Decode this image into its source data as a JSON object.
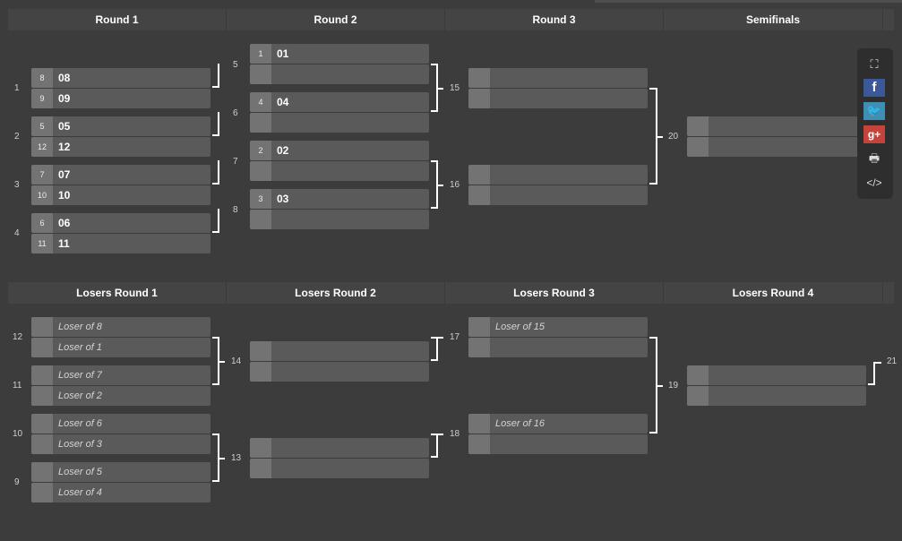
{
  "winners_headers": [
    "Round 1",
    "Round 2",
    "Round 3",
    "Semifinals"
  ],
  "losers_headers": [
    "Losers Round 1",
    "Losers Round 2",
    "Losers Round 3",
    "Losers Round 4"
  ],
  "match_numbers": {
    "m1": "1",
    "m2": "2",
    "m3": "3",
    "m4": "4",
    "m5": "5",
    "m6": "6",
    "m7": "7",
    "m8": "8",
    "m9": "9",
    "m10": "10",
    "m11": "11",
    "m12": "12",
    "m13": "13",
    "m14": "14",
    "m15": "15",
    "m16": "16",
    "m17": "17",
    "m18": "18",
    "m19": "19",
    "m20": "20",
    "m21": "21"
  },
  "winners_r1": [
    {
      "top": {
        "seed": "8",
        "name": "08"
      },
      "bottom": {
        "seed": "9",
        "name": "09"
      }
    },
    {
      "top": {
        "seed": "5",
        "name": "05"
      },
      "bottom": {
        "seed": "12",
        "name": "12"
      }
    },
    {
      "top": {
        "seed": "7",
        "name": "07"
      },
      "bottom": {
        "seed": "10",
        "name": "10"
      }
    },
    {
      "top": {
        "seed": "6",
        "name": "06"
      },
      "bottom": {
        "seed": "11",
        "name": "11"
      }
    }
  ],
  "winners_r2": [
    {
      "top": {
        "seed": "1",
        "name": "01"
      }
    },
    {
      "top": {
        "seed": "4",
        "name": "04"
      }
    },
    {
      "top": {
        "seed": "2",
        "name": "02"
      }
    },
    {
      "top": {
        "seed": "3",
        "name": "03"
      }
    }
  ],
  "losers_r1": [
    {
      "top": "Loser of 8",
      "bottom": "Loser of 1"
    },
    {
      "top": "Loser of 7",
      "bottom": "Loser of 2"
    },
    {
      "top": "Loser of 6",
      "bottom": "Loser of 3"
    },
    {
      "top": "Loser of 5",
      "bottom": "Loser of 4"
    }
  ],
  "losers_r3": [
    {
      "top": "Loser of 15"
    },
    {
      "top": "Loser of 16"
    }
  ],
  "toolbar": {
    "fullscreen": "⛶",
    "facebook": "f",
    "twitter": "🐦",
    "googleplus": "g+",
    "print": "🖶",
    "embed": "</>"
  }
}
